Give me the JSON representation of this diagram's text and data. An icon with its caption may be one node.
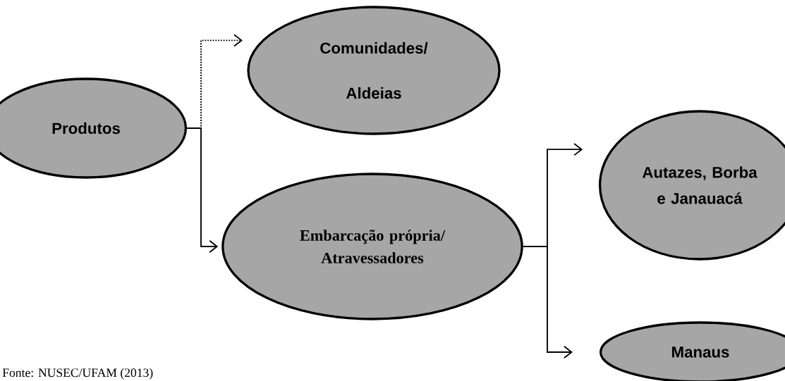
{
  "diagram": {
    "caption": "Fonte: NUSEC/UFAM (2013)",
    "nodes": [
      {
        "text": [
          "Produtos"
        ]
      },
      {
        "text": [
          "Comunidades/ Aldeias"
        ]
      },
      {
        "text": [
          "Embarcação própria/ Atravessadores"
        ]
      },
      {
        "text": [
          "Autazes, Borba e Janauacá"
        ]
      },
      {
        "text": [
          "Manaus"
        ]
      }
    ],
    "edges": [
      {
        "from": 0,
        "to": 1,
        "arrow": "to",
        "style": "dashed"
      },
      {
        "from": 0,
        "to": 2,
        "arrow": "to"
      },
      {
        "from": 2,
        "to": 3,
        "arrow": "to"
      },
      {
        "from": 2,
        "to": 4,
        "arrow": "to"
      }
    ]
  }
}
